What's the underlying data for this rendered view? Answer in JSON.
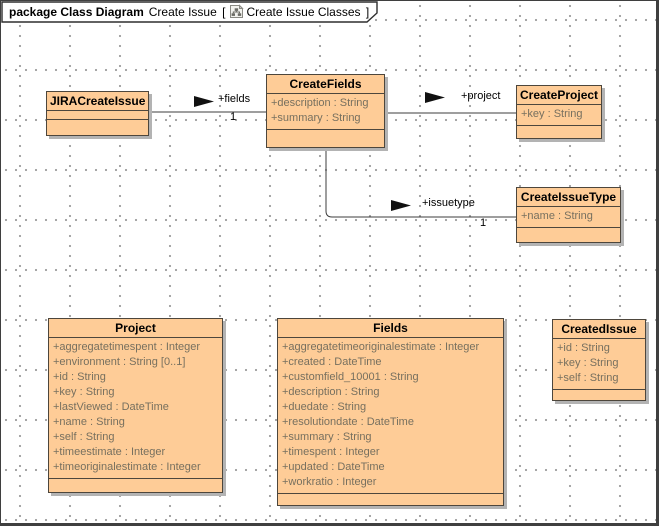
{
  "header": {
    "keyword": "package Class Diagram",
    "diagram_name": "Create Issue",
    "open_bracket": "[",
    "context_name": "Create Issue Classes",
    "close_bracket": "]"
  },
  "colors": {
    "class_fill": "#FECC97",
    "class_border": "#4D463C",
    "attribute_text": "#77705F",
    "connector_line": "#3C3C3C",
    "grid_dot": "#9A9A9A"
  },
  "classes": [
    {
      "name": "JIRACreateIssue",
      "attributes": []
    },
    {
      "name": "CreateFields",
      "attributes": [
        "+description : String",
        "+summary : String"
      ]
    },
    {
      "name": "CreateProject",
      "attributes": [
        "+key : String"
      ]
    },
    {
      "name": "CreateIssueType",
      "attributes": [
        "+name : String"
      ]
    },
    {
      "name": "Project",
      "attributes": [
        "+aggregatetimespent : Integer",
        "+environment : String [0..1]",
        "+id : String",
        "+key : String",
        "+lastViewed : DateTime",
        "+name : String",
        "+self : String",
        "+timeestimate : Integer",
        "+timeoriginalestimate : Integer"
      ]
    },
    {
      "name": "Fields",
      "attributes": [
        "+aggregatetimeoriginalestimate : Integer",
        "+created : DateTime",
        "+customfield_10001 : String",
        "+description : String",
        "+duedate : String",
        "+resolutiondate : DateTime",
        "+summary : String",
        "+timespent : Integer",
        "+updated : DateTime",
        "+workratio : Integer"
      ]
    },
    {
      "name": "CreatedIssue",
      "attributes": [
        "+id : String",
        "+key : String",
        "+self : String"
      ]
    }
  ],
  "associations": [
    {
      "role": "+fields",
      "multiplicity": "1"
    },
    {
      "role": "+project"
    },
    {
      "role": "+issuetype",
      "multiplicity": "1"
    }
  ]
}
